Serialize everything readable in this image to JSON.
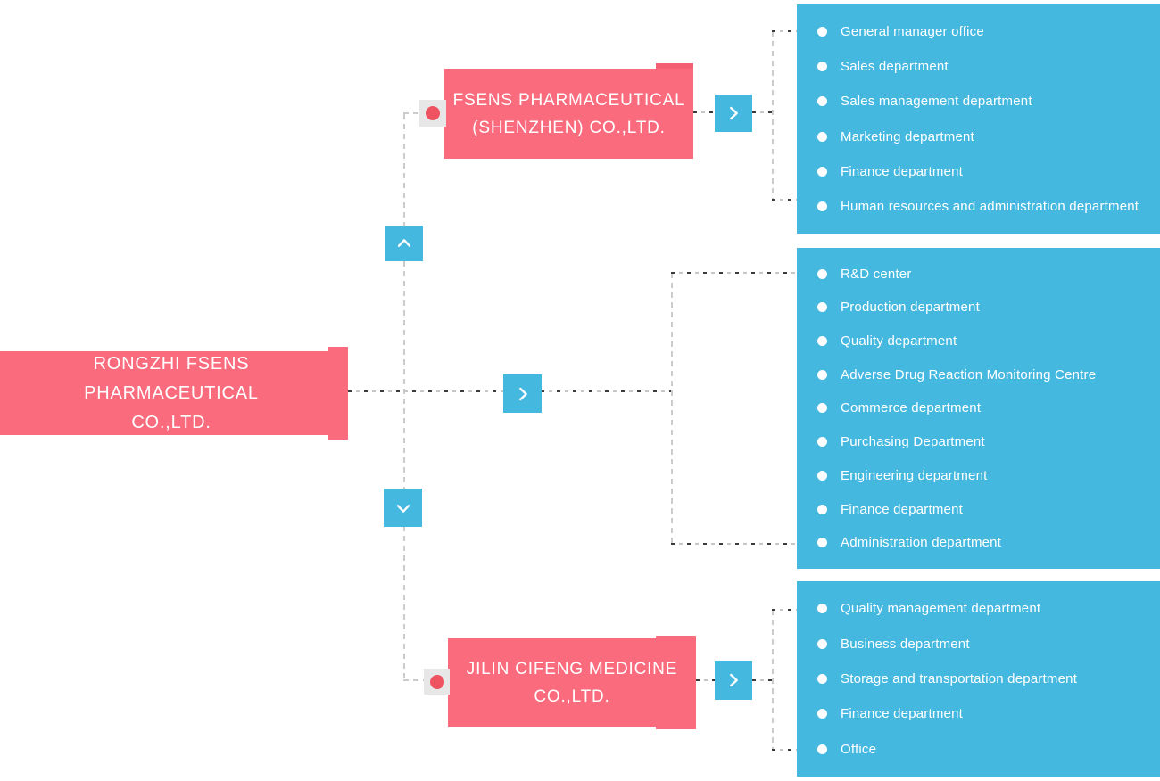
{
  "colors": {
    "node_pink": "#fa6b7d",
    "node_pink_shade": "#f55f73",
    "accent_blue": "#45b8e0",
    "dot_red": "#ef5361",
    "marker_grey": "#e7e7e7",
    "connector_grey": "#cccccc",
    "connector_dark": "#3b3b3b"
  },
  "root_company": {
    "line1": "RONGZHI FSENS PHARMACEUTICAL",
    "line2": "CO.,LTD.",
    "departments": [
      "R&D center",
      "Production department",
      "Quality department",
      "Adverse Drug Reaction Monitoring Centre",
      "Commerce department",
      "Purchasing Department",
      "Engineering department",
      "Finance department",
      "Administration department"
    ]
  },
  "subsidiary_top": {
    "line1": "FSENS PHARMACEUTICAL",
    "line2": "(SHENZHEN) CO.,LTD.",
    "departments": [
      "General manager office",
      "Sales department",
      "Sales management department",
      "Marketing department",
      "Finance department",
      "Human resources and administration department"
    ]
  },
  "subsidiary_bottom": {
    "line1": "JILIN CIFENG MEDICINE",
    "line2": "CO.,LTD.",
    "departments": [
      "Quality management department",
      "Business department",
      "Storage and transportation department",
      "Finance department",
      "Office"
    ]
  }
}
